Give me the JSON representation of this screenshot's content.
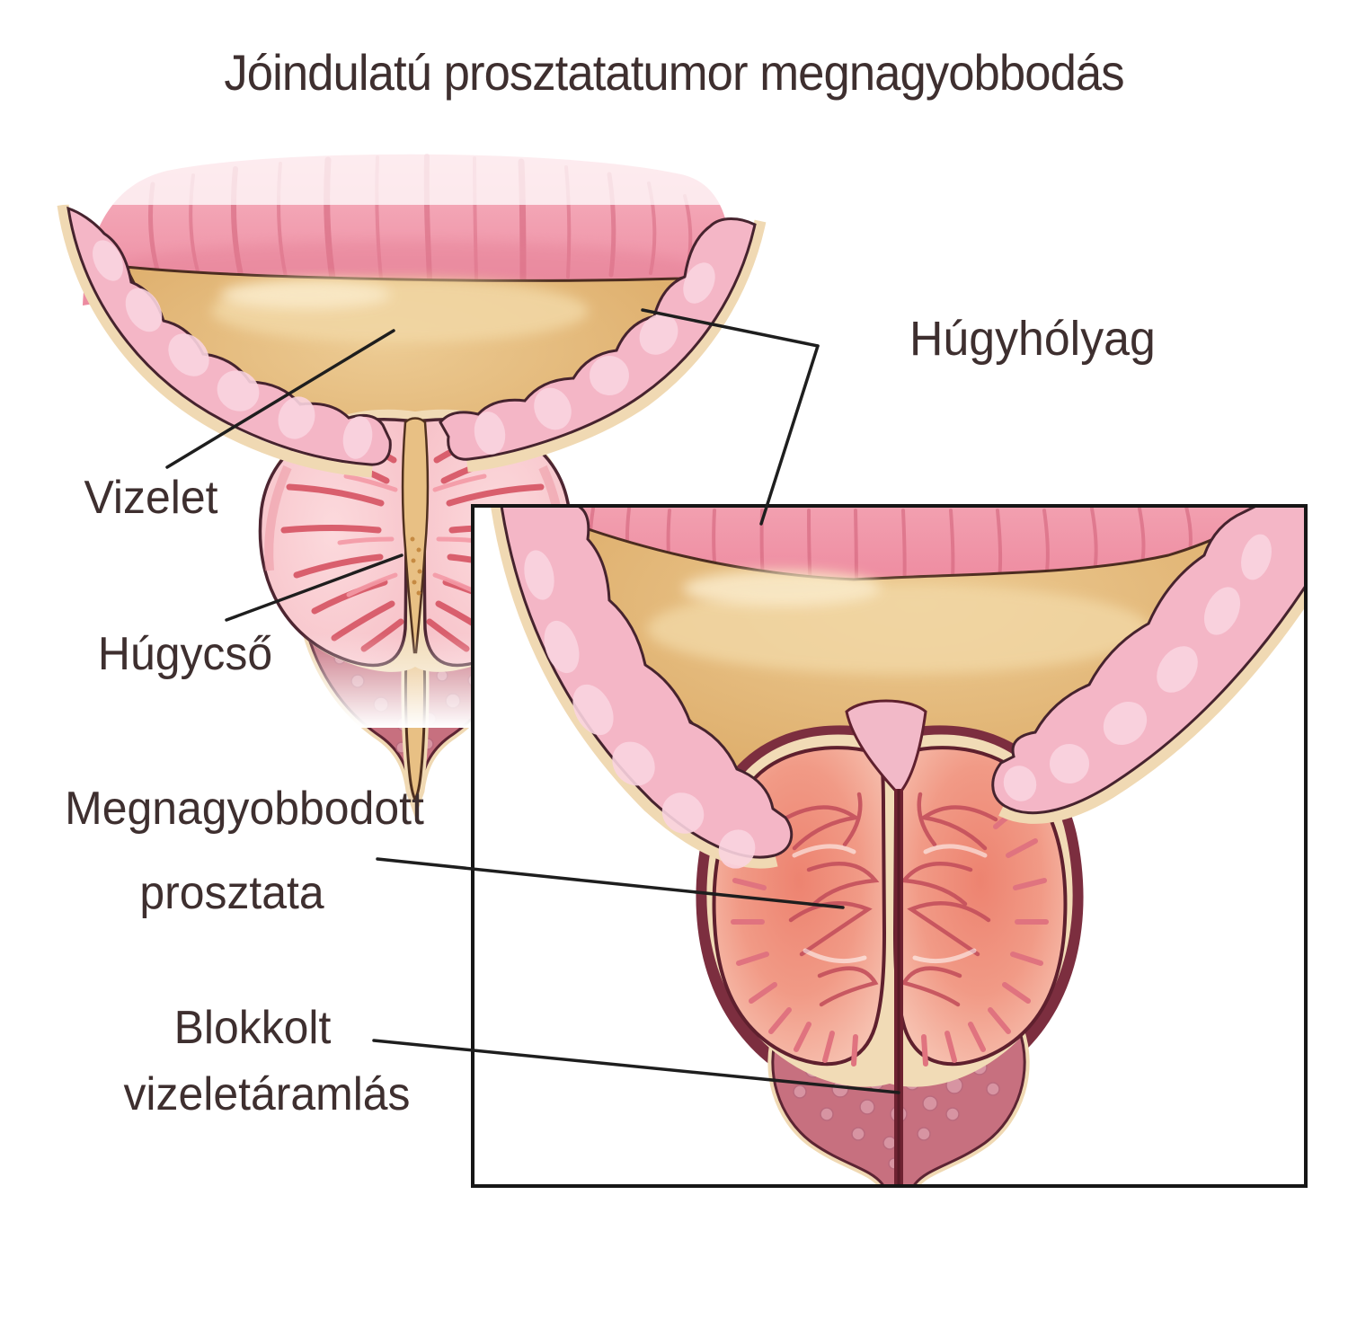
{
  "title": "Jóindulatú prosztatatumor megnagyobbodás",
  "labels": {
    "bladder": "Húgyhólyag",
    "urine": "Vizelet",
    "urethra": "Húgycső",
    "enlarged_prostate_line1": "Megnagyobbodott",
    "enlarged_prostate_line2": "prosztata",
    "blocked_flow_line1": "Blokkolt",
    "blocked_flow_line2": "vizeletáramlás"
  },
  "colors": {
    "background": "#ffffff",
    "text": "#3e2f2f",
    "leader_line": "#1e1e1e",
    "inset_border": "#161616",
    "bladder_muscle": "#ee8fa3",
    "bladder_muscle_fold": "#d4647c",
    "bladder_wall": "#f4b6c6",
    "bladder_wall_marble": "#fad4e0",
    "cream_rim": "#f0d9b3",
    "dark_outline": "#46232e",
    "urine": "#dcaa66",
    "urine_highlight": "#f2d8a6",
    "prostate_normal": "#f7c5c9",
    "prostate_streak": "#d95f6d",
    "prostate_enlarged_center": "#ed8370",
    "prostate_enlarged_edge": "#f8cbbd",
    "prostate_swirl": "#c4505c",
    "backdrop_dark": "#7c2e3f",
    "pelvic_tissue": "#c7707f",
    "pelvic_bump": "#d998a6",
    "urethra_channel": "#e8c084",
    "urethra_blocked": "#6e2231"
  }
}
